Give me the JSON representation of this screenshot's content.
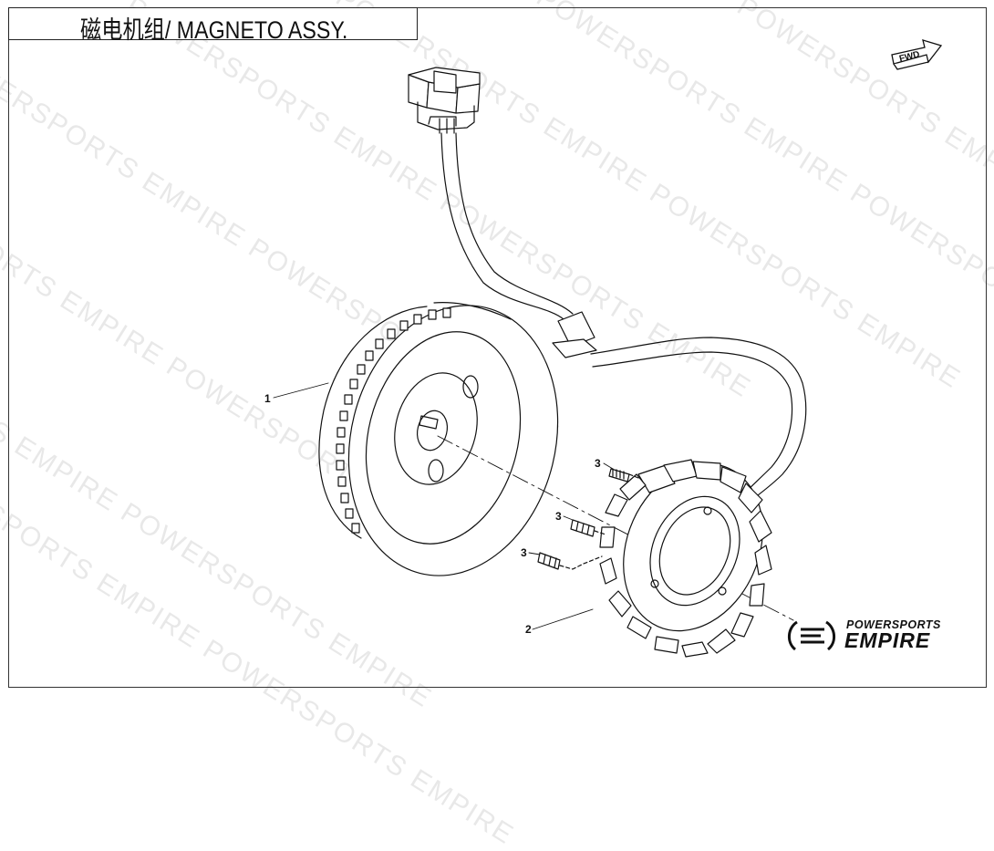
{
  "title": "磁电机组/ MAGNETO ASSY.",
  "fwd_label": "FWD",
  "callouts": [
    {
      "id": "1",
      "label": "1"
    },
    {
      "id": "2",
      "label": "2"
    },
    {
      "id": "3a",
      "label": "3"
    },
    {
      "id": "3b",
      "label": "3"
    },
    {
      "id": "3c",
      "label": "3"
    }
  ],
  "brand": {
    "line1": "POWERSPORTS",
    "line2": "EMPIRE"
  },
  "watermark": "POWERSPORTS EMPIRE POWERSPORTS EMPIRE"
}
